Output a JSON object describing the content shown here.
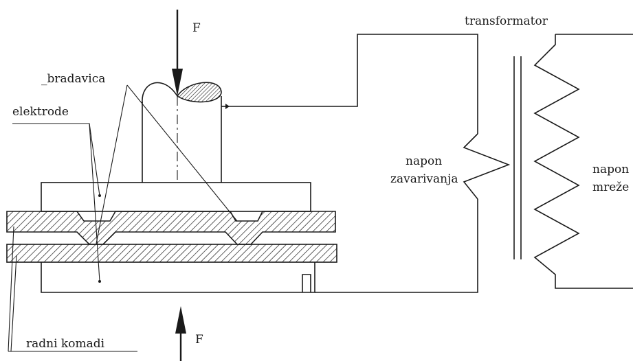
{
  "labels": {
    "force_top": "F",
    "force_bottom": "F",
    "transformer": "transformator",
    "bradavica": "_bradavica",
    "elektrode": "elektrode",
    "weld_voltage_1": "napon",
    "weld_voltage_2": "zavarivanja",
    "mains_voltage_1": "napon",
    "mains_voltage_2": "mreže",
    "workpieces": "radni komadi"
  },
  "colors": {
    "ink": "#1a1a1a",
    "background": "#ffffff"
  }
}
